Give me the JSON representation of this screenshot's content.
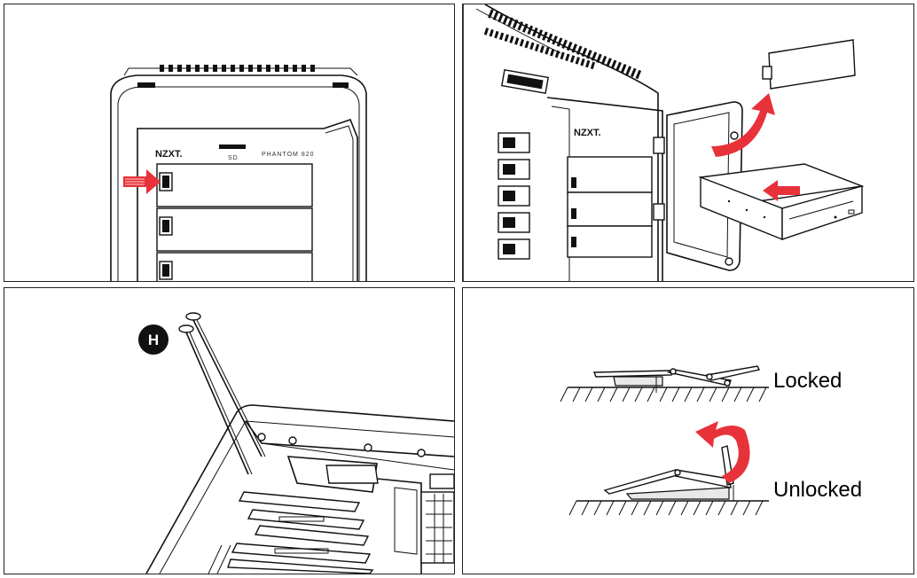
{
  "panel1": {
    "brand": "NZXT.",
    "model": "PHANTOM 820",
    "slot_label": "SD"
  },
  "panel2": {
    "brand": "NZXT."
  },
  "panel3": {
    "step_badge": "H"
  },
  "panel4": {
    "locked_label": "Locked",
    "unlocked_label": "Unlocked"
  },
  "colors": {
    "arrow_red": "#e8323a",
    "line": "#111111",
    "background": "#ffffff"
  }
}
